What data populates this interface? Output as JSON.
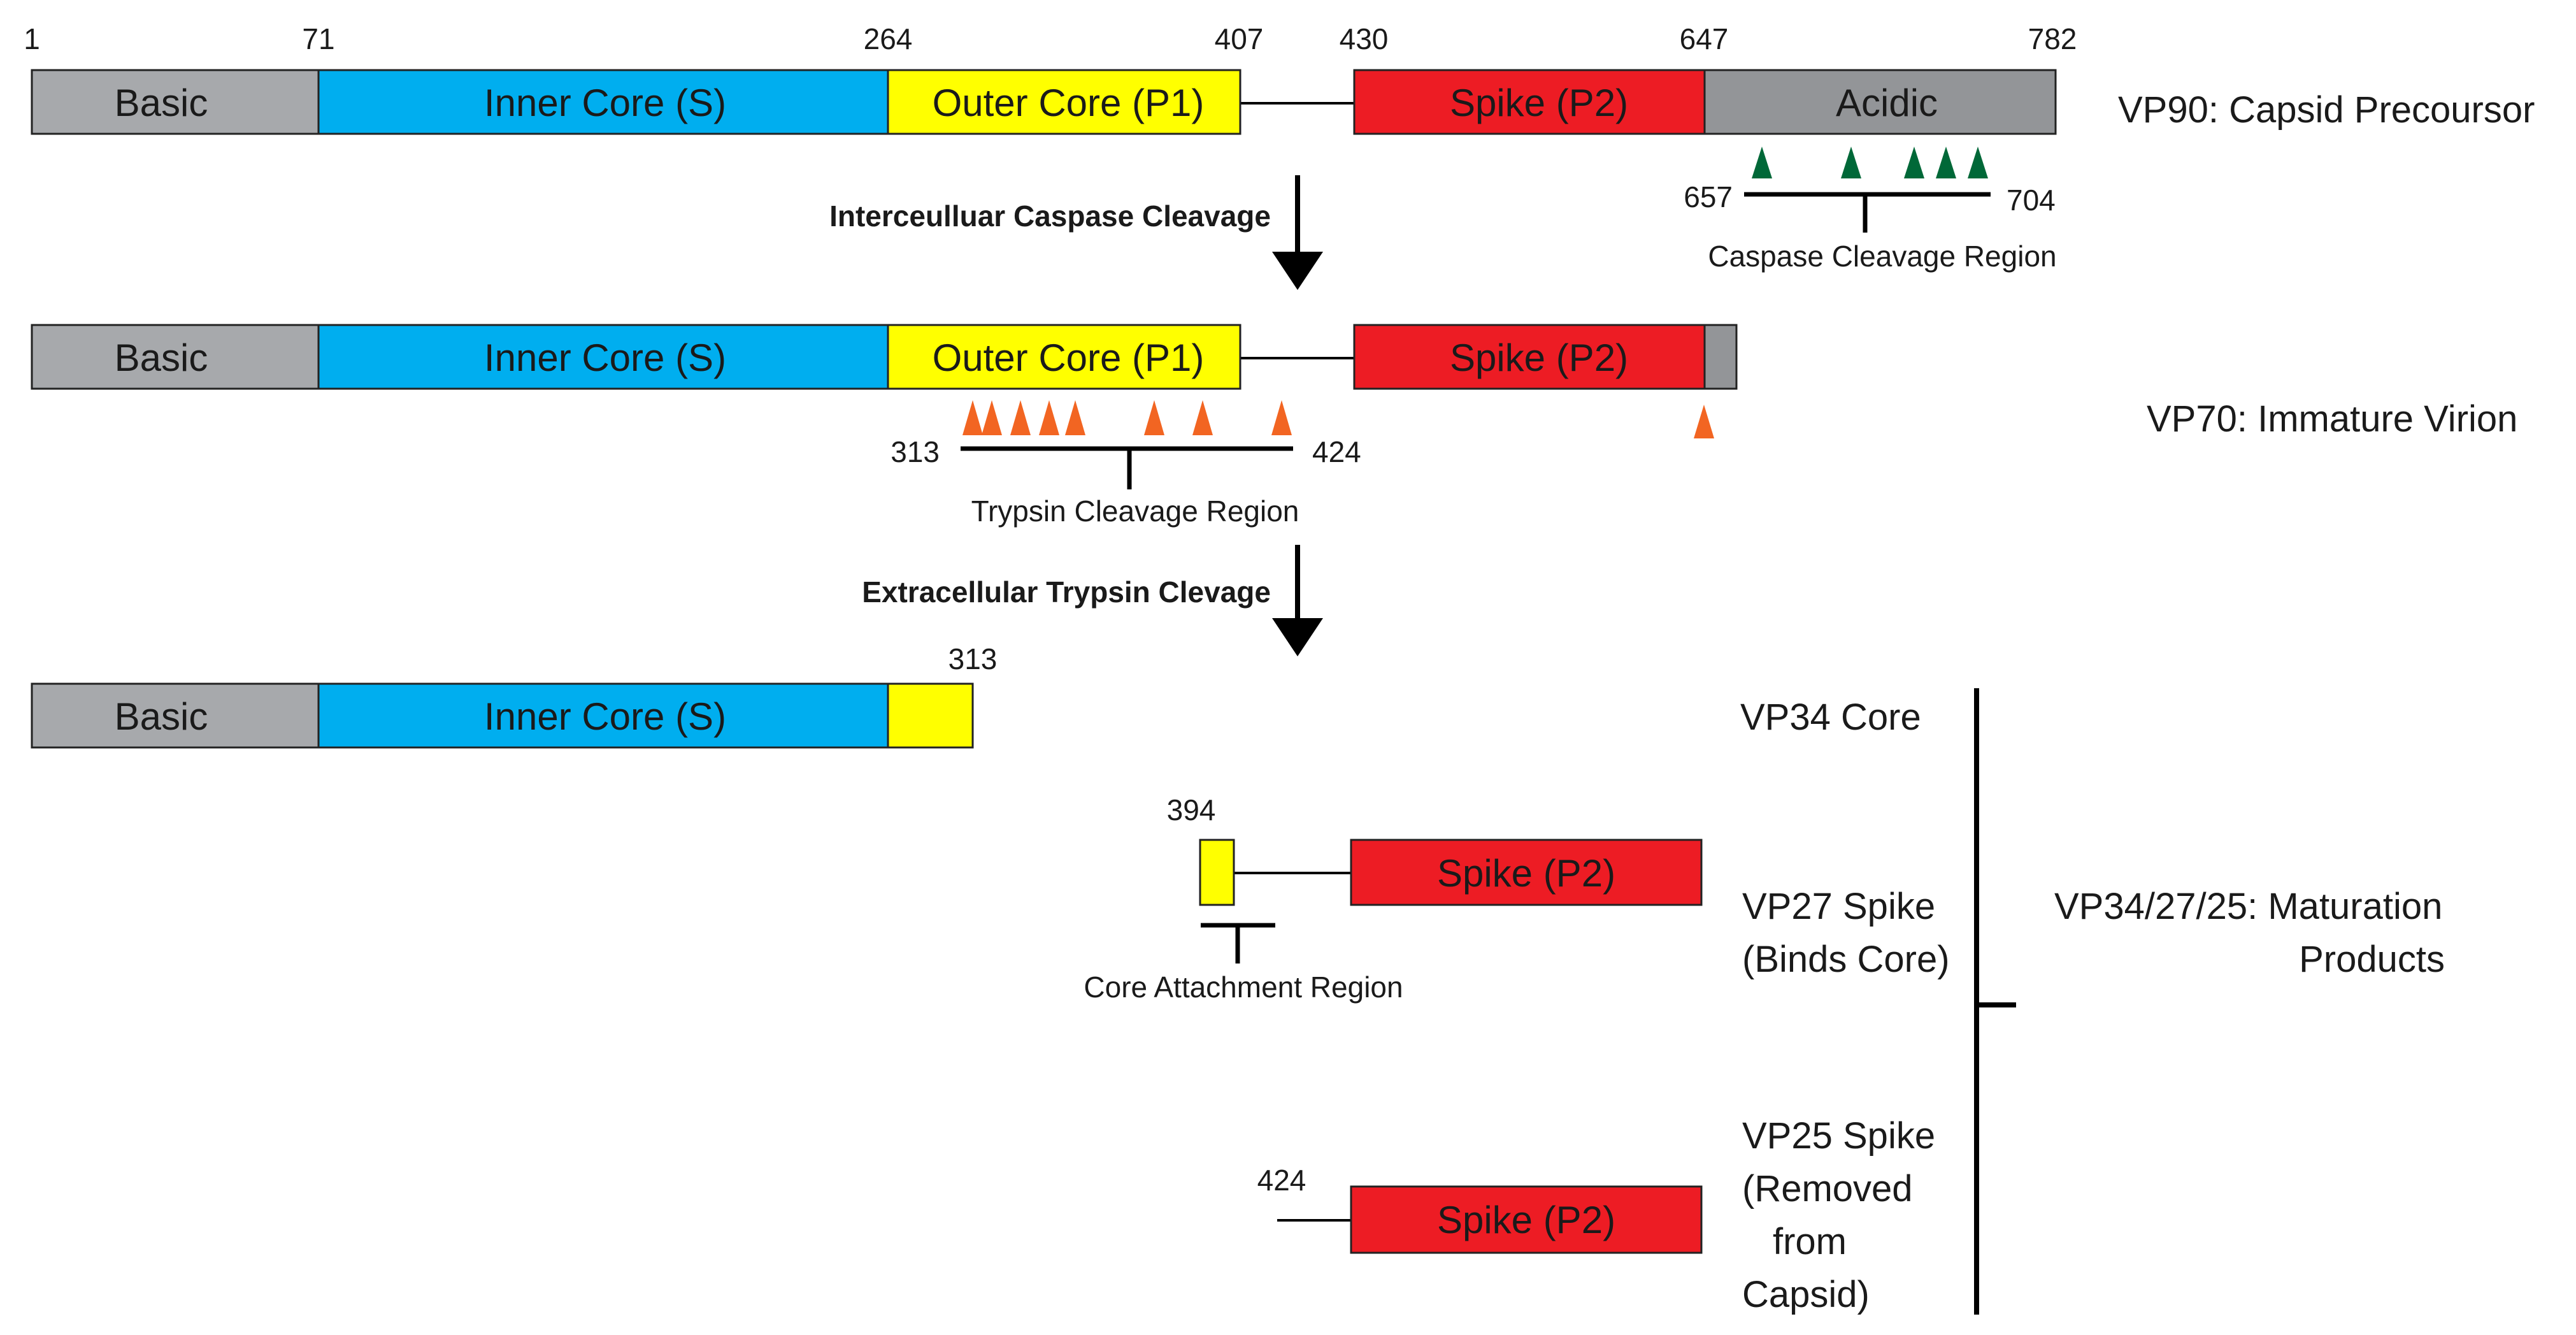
{
  "colors": {
    "basic": "#a7a9ac",
    "inner_core": "#00aeef",
    "outer_core": "#ffff00",
    "spike": "#ed1c24",
    "acidic": "#939598",
    "caspase_marker": "#006838",
    "trypsin_marker": "#f26522",
    "line": "#000000"
  },
  "icons": {
    "caspase_marker": "green-triangle",
    "trypsin_marker": "orange-triangle",
    "process_arrow": "down-arrow"
  },
  "vp90": {
    "positions": [
      "1",
      "71",
      "264",
      "407",
      "430",
      "647",
      "782"
    ],
    "segments": {
      "basic": "Basic",
      "inner_core": "Inner Core (S)",
      "outer_core": "Outer Core (P1)",
      "spike": "Spike (P2)",
      "acidic": "Acidic"
    },
    "label": "VP90: Capsid Precoursor",
    "caspase_region": {
      "start": "657",
      "end": "704",
      "label": "Caspase Cleavage Region",
      "sites": 5
    }
  },
  "step1": {
    "label": "Interceulluar Caspase Cleavage"
  },
  "vp70": {
    "segments": {
      "basic": "Basic",
      "inner_core": "Inner Core (S)",
      "outer_core": "Outer Core (P1)",
      "spike": "Spike (P2)"
    },
    "label": "VP70: Immature Virion",
    "trypsin_region": {
      "start": "313",
      "end": "424",
      "label": "Trypsin Cleavage Region",
      "sites": 8,
      "extra_sites": 1
    }
  },
  "step2": {
    "label": "Extracellular Trypsin Clevage"
  },
  "vp34": {
    "position": "313",
    "segments": {
      "basic": "Basic",
      "inner_core": "Inner Core (S)"
    },
    "label": "VP34 Core"
  },
  "vp27": {
    "position": "394",
    "segments": {
      "spike": "Spike (P2)"
    },
    "label_lines": [
      "VP27 Spike",
      "(Binds Core)"
    ],
    "attachment_label": "Core Attachment Region"
  },
  "vp25": {
    "position": "424",
    "segments": {
      "spike": "Spike (P2)"
    },
    "label_lines": [
      "VP25 Spike",
      "(Removed",
      "from",
      "Capsid)"
    ]
  },
  "products": {
    "label_lines": [
      "VP34/27/25: Maturation",
      "Products"
    ]
  }
}
